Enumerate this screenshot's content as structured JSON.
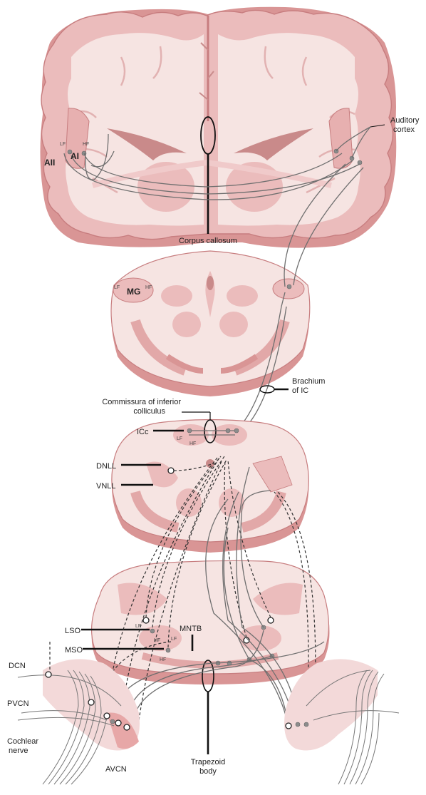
{
  "labels": {
    "auditory_cortex_1": "Auditory",
    "auditory_cortex_2": "cortex",
    "all": "AII",
    "ai": "AI",
    "lf": "LF",
    "hf": "HF",
    "corpus_callosum": "Corpus callosum",
    "mg": "MG",
    "brachium_1": "Brachium",
    "brachium_2": "of IC",
    "commissura_1": "Commissura of inferior",
    "commissura_2": "colliculus",
    "icc": "ICc",
    "dnll": "DNLL",
    "vnll": "VNLL",
    "lso": "LSO",
    "mso": "MSO",
    "mntb": "MNTB",
    "dcn": "DCN",
    "pvcn": "PVCN",
    "avcn": "AVCN",
    "cochlear_1": "Cochlear",
    "cochlear_2": "nerve",
    "trapezoid_1": "Trapezoid",
    "trapezoid_2": "body"
  },
  "colors": {
    "tissue_light": "#f6e4e2",
    "tissue_mid": "#ebbcbc",
    "tissue_dark": "#d99595",
    "tissue_edge": "#c77d7f",
    "pathway_gray": "#6f6f6f",
    "pathway_dashed": "#333333",
    "leader_line": "#111111"
  }
}
